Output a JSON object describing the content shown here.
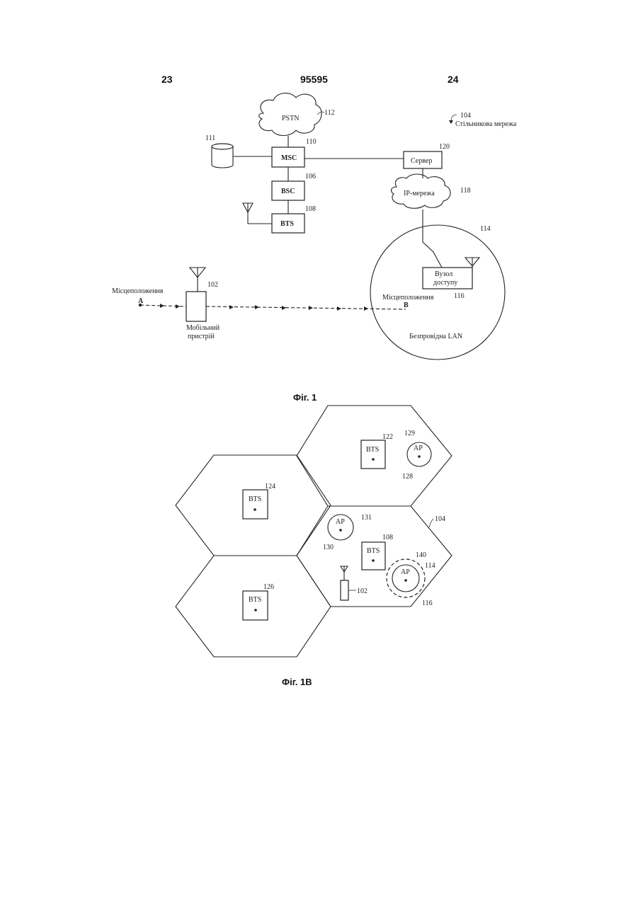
{
  "header": {
    "page_left": "23",
    "doc_number": "95595",
    "page_right": "24"
  },
  "fig1": {
    "caption": "Фіг. 1",
    "pstn": "PSTN",
    "msc": "MSC",
    "bsc": "BSC",
    "bts": "BTS",
    "server": "Сервер",
    "ip_network": "IP-мережа",
    "access_node_line1": "Вузол",
    "access_node_line2": "доступу",
    "cellular_network": "Стільникова мережа",
    "location_label": "Місцеположення",
    "location_a": "A",
    "location_b": "B",
    "mobile_device_line1": "Мобільний",
    "mobile_device_line2": "пристрій",
    "wireless_lan": "Безпровідна LAN",
    "refs": {
      "r104": "104",
      "r112": "112",
      "r111": "111",
      "r110": "110",
      "r120": "120",
      "r106": "106",
      "r118": "118",
      "r108": "108",
      "r114": "114",
      "r102": "102",
      "r116": "116"
    }
  },
  "fig1b": {
    "caption": "Фіг. 1В",
    "bts": "BTS",
    "ap": "AP",
    "refs": {
      "r122": "122",
      "r129": "129",
      "r128": "128",
      "r124": "124",
      "r131": "131",
      "r104": "104",
      "r130": "130",
      "r108": "108",
      "r140": "140",
      "r114": "114",
      "r102": "102",
      "r126": "126",
      "r116": "116"
    }
  }
}
